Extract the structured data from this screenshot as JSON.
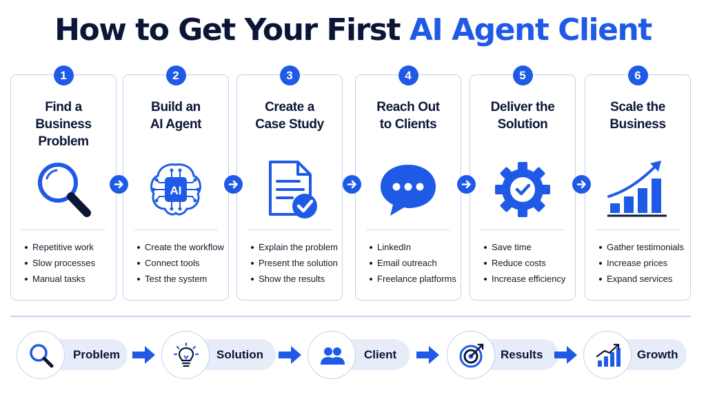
{
  "title": {
    "main": "How to Get Your First",
    "accent": "AI Agent Client"
  },
  "colors": {
    "accent": "#1f5ae6",
    "dark": "#0b1536",
    "border": "#c4d2ea",
    "pill": "#e6ecf8"
  },
  "steps": [
    {
      "number": "1",
      "title": [
        "Find a",
        "Business",
        "Problem"
      ],
      "icon": "magnifier-icon",
      "items": [
        "Repetitive work",
        "Slow processes",
        "Manual tasks"
      ]
    },
    {
      "number": "2",
      "title": [
        "Build an",
        "AI Agent"
      ],
      "icon": "ai-brain-icon",
      "icon_text": "AI",
      "items": [
        "Create the workflow",
        "Connect tools",
        "Test the system"
      ]
    },
    {
      "number": "3",
      "title": [
        "Create a",
        "Case Study"
      ],
      "icon": "document-check-icon",
      "items": [
        "Explain the problem",
        "Present the solution",
        "Show the results"
      ]
    },
    {
      "number": "4",
      "title": [
        "Reach Out",
        "to Clients"
      ],
      "icon": "chat-bubble-icon",
      "items": [
        "LinkedIn",
        "Email outreach",
        "Freelance platforms"
      ]
    },
    {
      "number": "5",
      "title": [
        "Deliver the",
        "Solution"
      ],
      "icon": "gear-check-icon",
      "items": [
        "Save time",
        "Reduce costs",
        "Increase efficiency"
      ]
    },
    {
      "number": "6",
      "title": [
        "Scale the",
        "Business"
      ],
      "icon": "growth-chart-icon",
      "items": [
        "Gather testimonials",
        "Increase prices",
        "Expand services"
      ]
    }
  ],
  "flow": [
    {
      "label": "Problem",
      "icon": "search-icon"
    },
    {
      "label": "Solution",
      "icon": "lightbulb-icon"
    },
    {
      "label": "Client",
      "icon": "users-icon"
    },
    {
      "label": "Results",
      "icon": "target-icon"
    },
    {
      "label": "Growth",
      "icon": "bar-chart-icon"
    }
  ]
}
